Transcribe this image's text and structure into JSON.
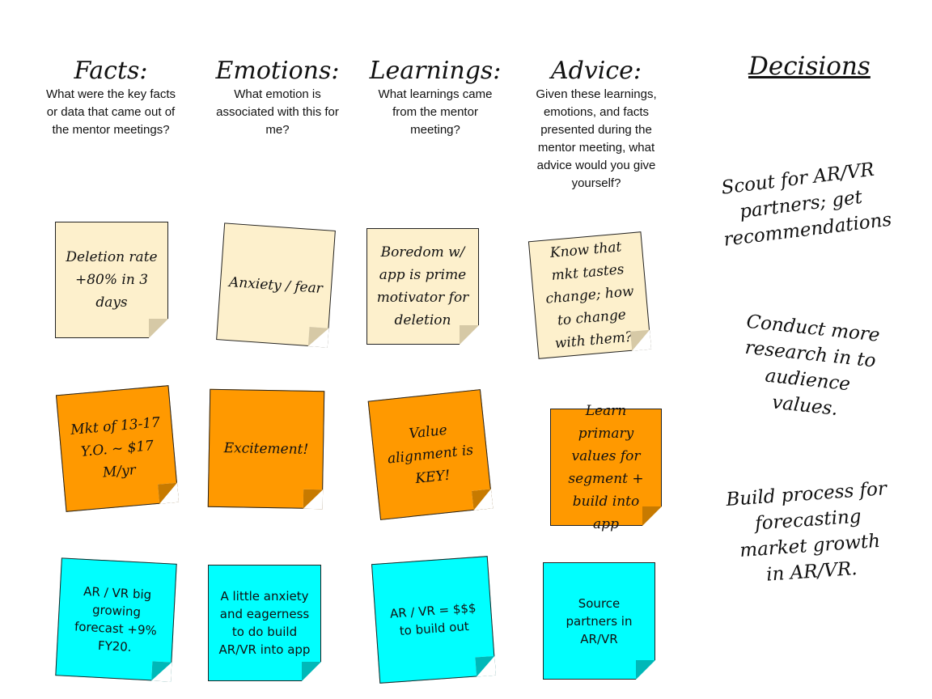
{
  "columns": [
    {
      "title": "Facts:",
      "question": "What were the key facts or data that came out of the mentor meetings?"
    },
    {
      "title": "Emotions:",
      "question": "What emotion is associated with this for me?"
    },
    {
      "title": "Learnings:",
      "question": "What learnings came from the mentor meeting?"
    },
    {
      "title": "Advice:",
      "question": "Given these learnings, emotions, and facts presented during the mentor meeting, what advice would you give yourself?"
    }
  ],
  "decisions": {
    "title": "Decisions",
    "items": [
      "Scout for AR/VR partners; get recommendations",
      "Conduct more research in to audience values.",
      "Build process for forecasting market growth in AR/VR."
    ]
  },
  "colors": {
    "pale": "#fdf0cc",
    "orange": "#ff9900",
    "cyan": "#00ffff"
  },
  "notes": [
    "Deletion rate +80% in 3 days",
    "Anxiety / fear",
    "Boredom w/ app is prime motivator for deletion",
    "Know that mkt tastes change; how to change with them?",
    "Mkt of 13-17 Y.O. ~ $17 M/yr",
    "Excitement!",
    "Value alignment is KEY!",
    "Learn primary values for segment + build into app",
    "AR / VR big growing forecast +9% FY20.",
    "A little anxiety and eagerness to do build AR/VR into app",
    "AR / VR = $$$ to build out",
    "Source partners in AR/VR"
  ]
}
